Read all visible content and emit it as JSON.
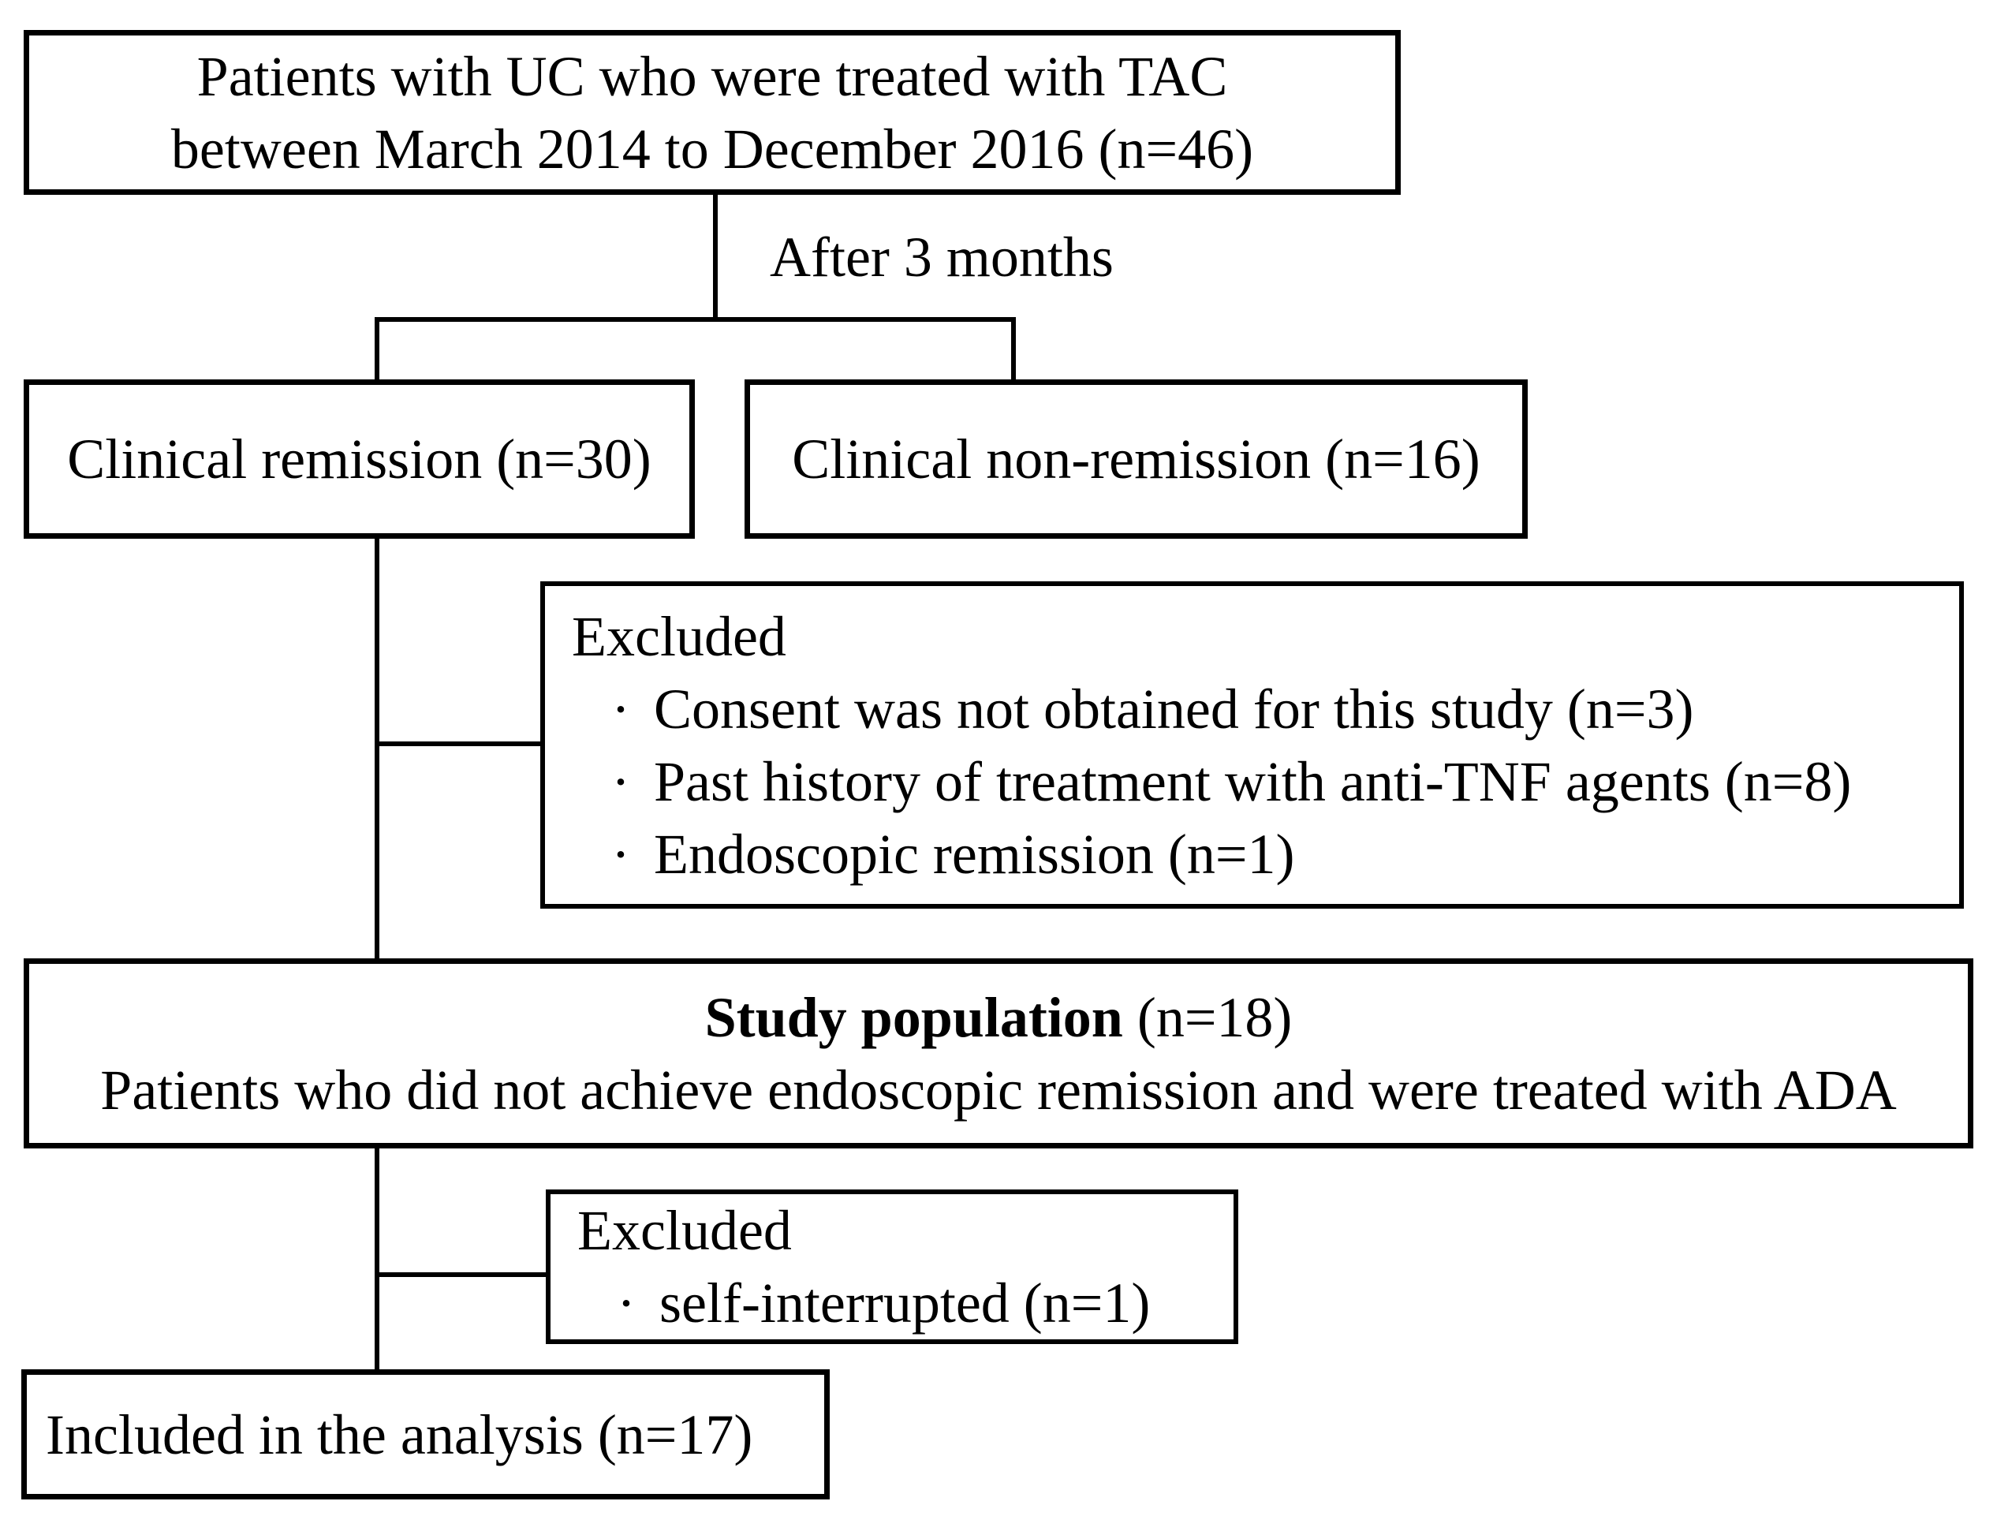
{
  "flowchart": {
    "bullet_char": "·",
    "top_box": {
      "line1": "Patients with UC who were treated with TAC",
      "line2": "between March 2014 to December 2016 (n=46)"
    },
    "after_label": "After 3 months",
    "remission_box": "Clinical remission (n=30)",
    "non_remission_box": "Clinical non-remission (n=16)",
    "excluded1": {
      "title": "Excluded",
      "items": [
        "Consent was not obtained for this study (n=3)",
        "Past history of treatment with anti-TNF agents (n=8)",
        "Endoscopic remission (n=1)"
      ]
    },
    "study_box": {
      "title_bold": "Study population",
      "title_tail": " (n=18)",
      "subtitle": "Patients who did not achieve endoscopic remission and were treated with ADA"
    },
    "excluded2": {
      "title": "Excluded",
      "items": [
        "self-interrupted (n=1)"
      ]
    },
    "included_box": "Included in the analysis (n=17)"
  }
}
